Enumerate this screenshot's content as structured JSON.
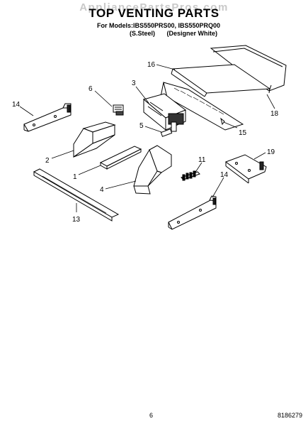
{
  "header": {
    "watermark": "AppliancePartsPros.com",
    "title": "TOP VENTING PARTS",
    "models": "For Models:IBS550PRS00, IBS550PRQ00",
    "variant_steel": "(S.Steel)",
    "variant_white": "(Designer White)"
  },
  "callouts": [
    "1",
    "2",
    "3",
    "4",
    "5",
    "6",
    "11",
    "13",
    "14",
    "14",
    "15",
    "16",
    "18",
    "19"
  ],
  "footer": {
    "page_number": "6",
    "doc_number": "8186279"
  }
}
